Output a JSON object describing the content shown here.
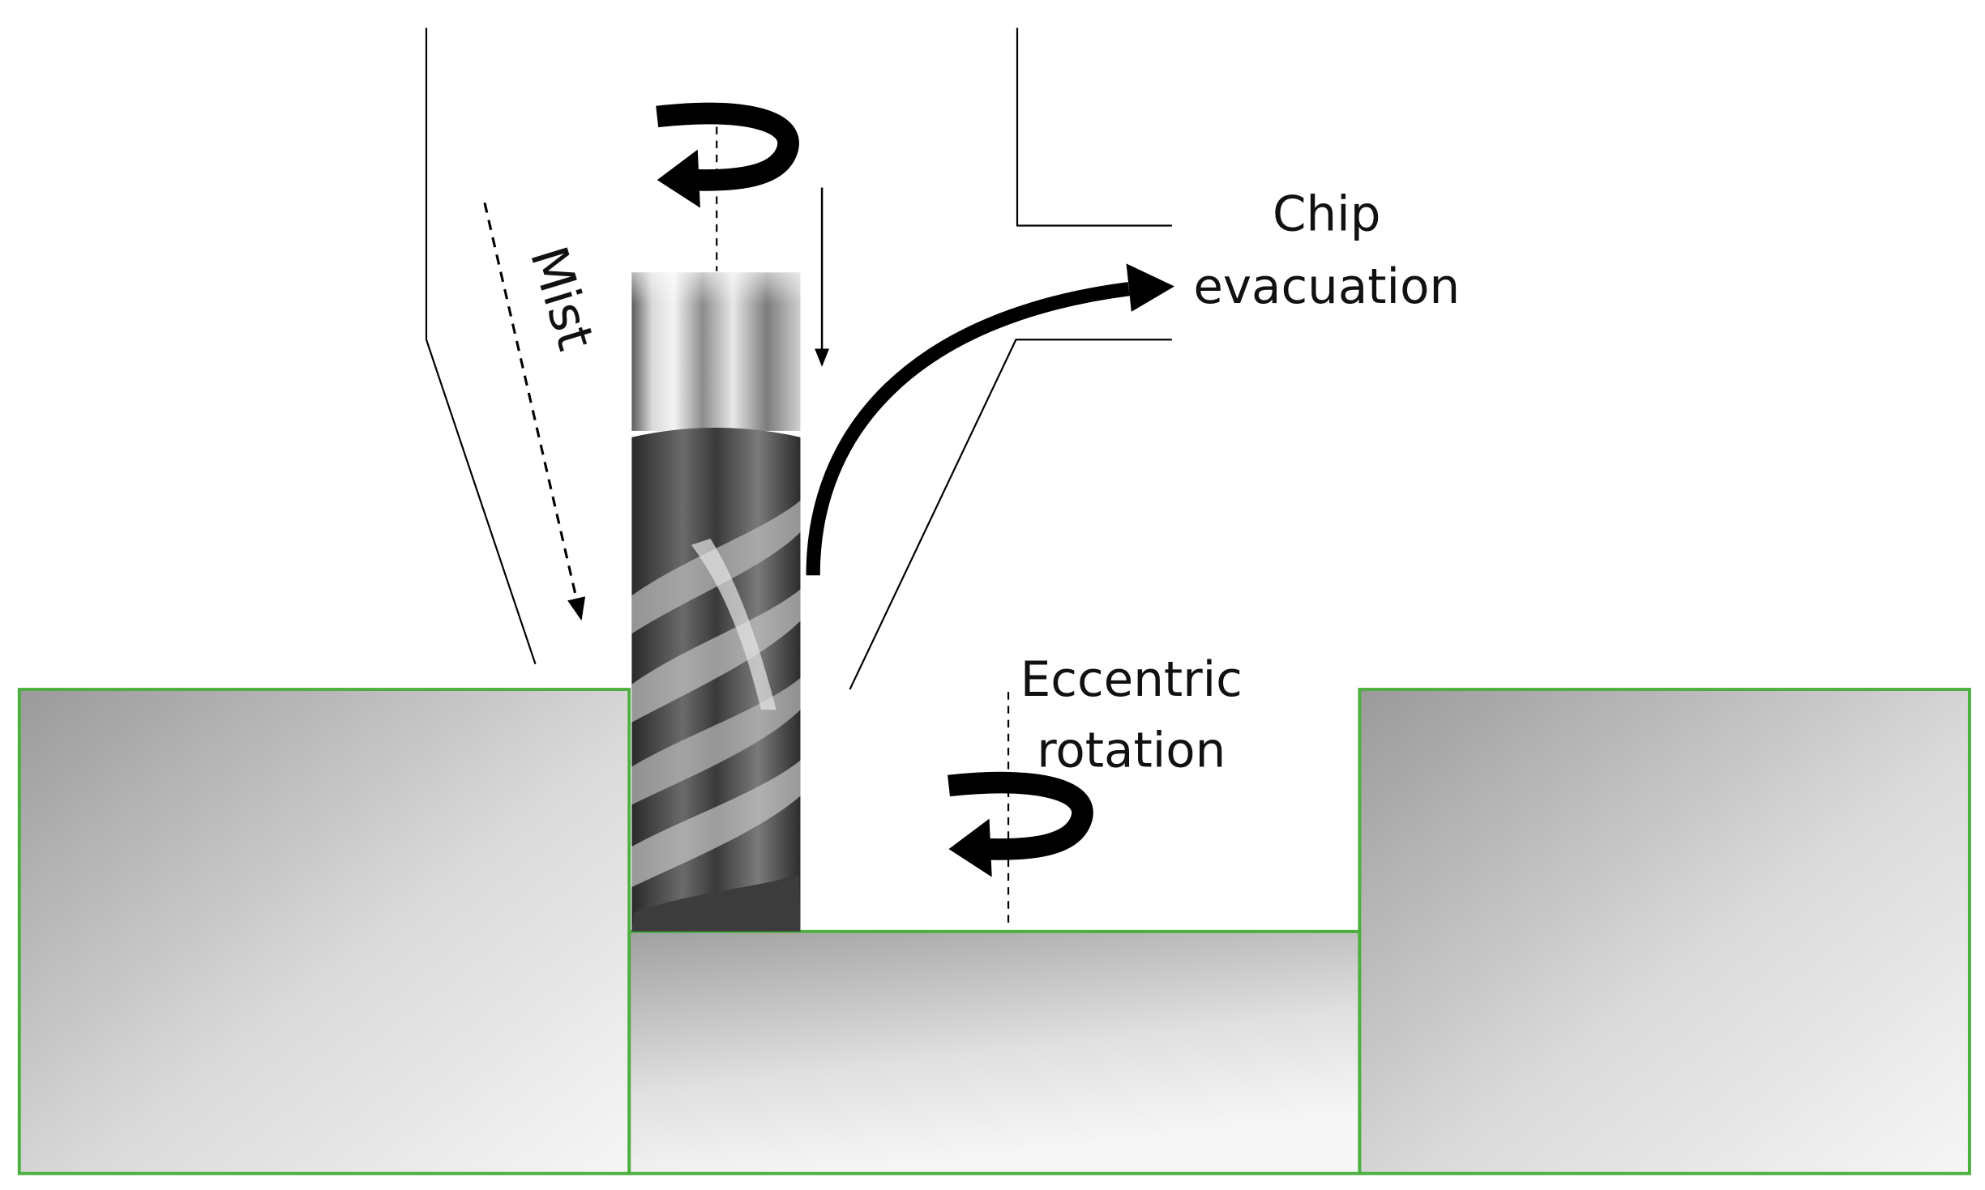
{
  "labels": {
    "mist": "Mist",
    "chip_line1": "Chip",
    "chip_line2": "evacuation",
    "eccentric_line1": "Eccentric",
    "eccentric_line2": "rotation"
  },
  "colors": {
    "workpiece_outline": "#4caf3f",
    "line": "#000000",
    "gray_dark": "#9a9a9a",
    "gray_light": "#f4f4f4"
  },
  "icons": {
    "spindle_rotation": "curved-rotation-arrow-icon",
    "eccentric_rotation": "curved-rotation-arrow-icon",
    "chip_flow": "curved-arrow-icon",
    "mist_flow": "dashed-arrow-icon",
    "tool": "end-mill-icon"
  }
}
